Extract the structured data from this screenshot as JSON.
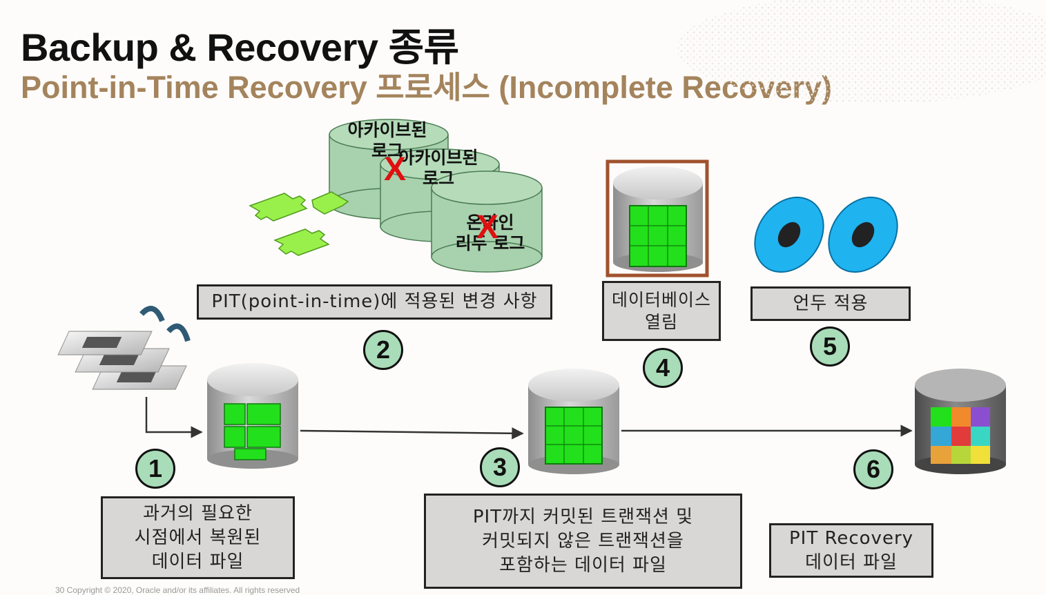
{
  "title": "Backup & Recovery 종류",
  "subtitle": "Point-in-Time Recovery 프로세스 (Incomplete Recovery)",
  "logs": {
    "archived_1": "아카이브된\n로그",
    "archived_2": "아카이브된\n로그",
    "online": "온라인\n리두 로그",
    "x_mark": "X"
  },
  "boxes": {
    "pit_changes": "PIT(point-in-time)에 적용된 변경 사항",
    "db_open": "데이터베이스\n열림",
    "undo": "언두 적용",
    "restored": "과거의 필요한\n시점에서 복원된\n데이터 파일",
    "pit_files": "PIT까지 커밋된 트랜잭션 및\n커밋되지 않은 트랜잭션을\n포함하는 데이터 파일",
    "final": "PIT Recovery\n데이터 파일"
  },
  "steps": [
    "1",
    "2",
    "3",
    "4",
    "5",
    "6"
  ],
  "footer": "30     Copyright © 2020, Oracle and/or its affiliates. All rights reserved",
  "colors": {
    "subtitle": "#a4845d",
    "puzzle_green": "#22e01b",
    "step_circle": "#a9dcb8",
    "cylinder_log": "#a8d1ad",
    "red_x": "#e01010",
    "undo_disk": "#1fb3f0",
    "highlight_border": "#a0522d"
  }
}
